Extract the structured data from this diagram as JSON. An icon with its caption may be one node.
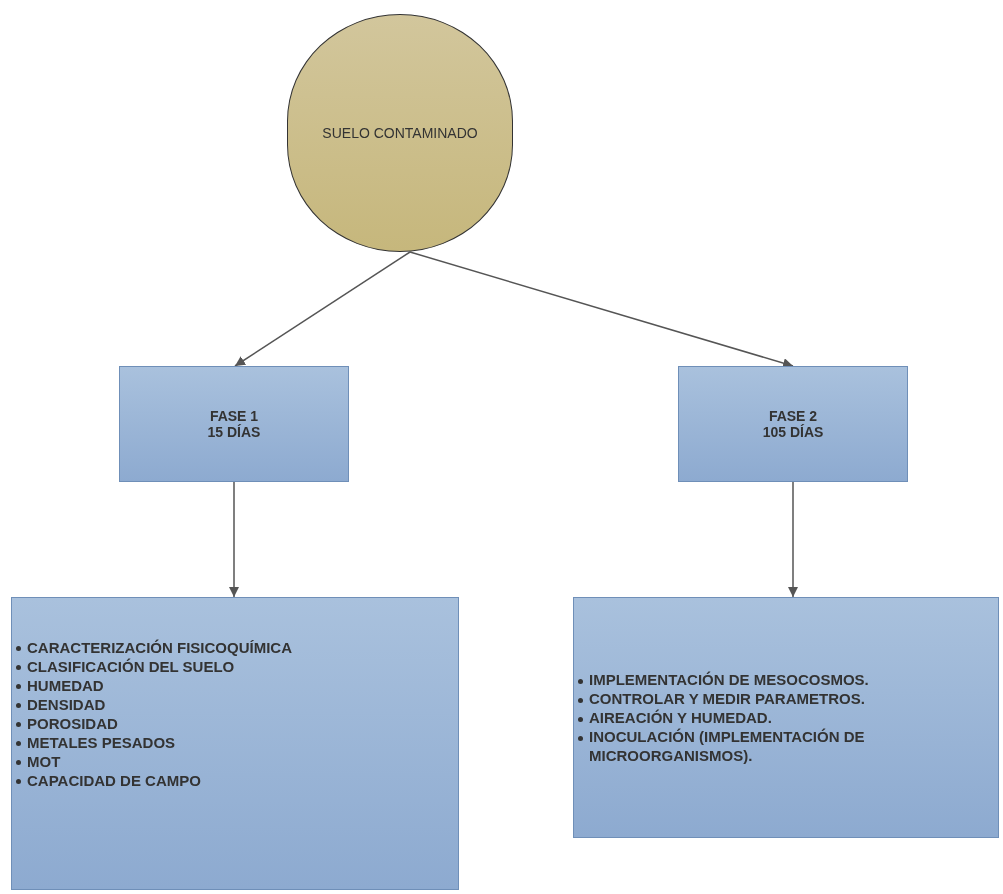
{
  "diagram": {
    "nodes": [
      {
        "text": [
          "SUELO CONTAMINADO"
        ]
      },
      {
        "text": [
          "FASE 1",
          "15 DÍAS"
        ]
      },
      {
        "text": [
          "FASE 2",
          "105 DÍAS"
        ]
      },
      {
        "text": [
          "CARACTERIZACIÓN FISICOQUÍMICA",
          "CLASIFICACIÓN DEL SUELO",
          "HUMEDAD",
          "DENSIDAD",
          "POROSIDAD",
          "METALES PESADOS",
          "MOT",
          "CAPACIDAD DE CAMPO"
        ]
      },
      {
        "text": [
          "IMPLEMENTACIÓN DE MESOCOSMOS.",
          "CONTROLAR Y MEDIR PARAMETROS.",
          "AIREACIÓN Y HUMEDAD.",
          "INOCULACIÓN (IMPLEMENTACIÓN DE MICROORGANISMOS)."
        ]
      }
    ],
    "edges": [
      {
        "from": 0,
        "to": 1,
        "arrow": "to"
      },
      {
        "from": 0,
        "to": 2,
        "arrow": "to"
      },
      {
        "from": 1,
        "to": 3,
        "arrow": "to"
      },
      {
        "from": 2,
        "to": 4,
        "arrow": "to"
      }
    ]
  }
}
